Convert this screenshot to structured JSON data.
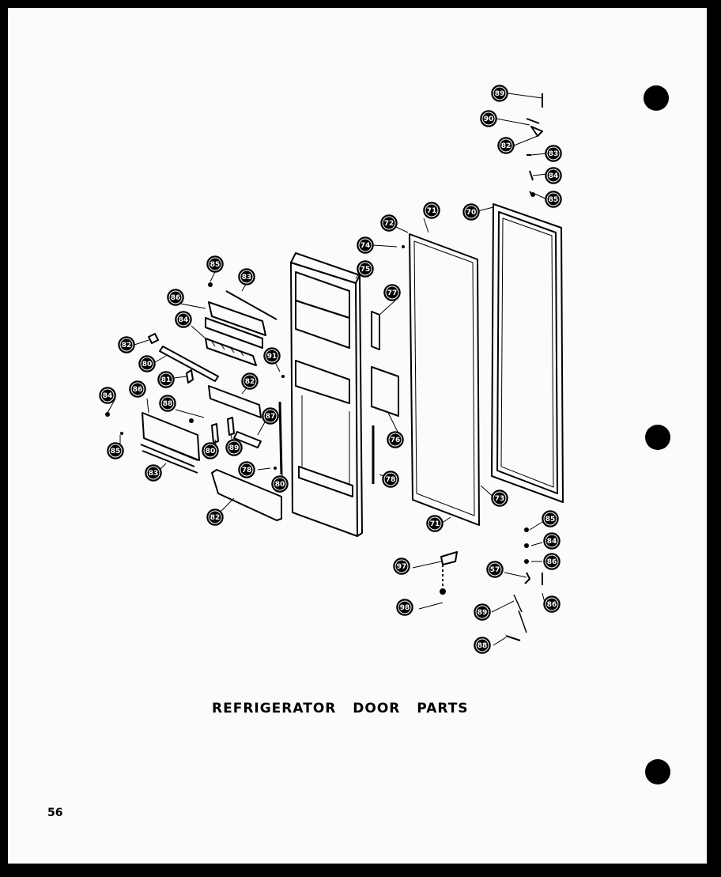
{
  "title": "REFRIGERATOR DOOR PARTS",
  "page_number": "56",
  "callouts": [
    {
      "label": "89"
    },
    {
      "label": "90"
    },
    {
      "label": "82"
    },
    {
      "label": "83"
    },
    {
      "label": "84"
    },
    {
      "label": "85"
    },
    {
      "label": "71"
    },
    {
      "label": "72"
    },
    {
      "label": "74"
    },
    {
      "label": "70"
    },
    {
      "label": "75"
    },
    {
      "label": "77"
    },
    {
      "label": "85"
    },
    {
      "label": "83"
    },
    {
      "label": "86"
    },
    {
      "label": "84"
    },
    {
      "label": "82"
    },
    {
      "label": "80"
    },
    {
      "label": "91"
    },
    {
      "label": "81"
    },
    {
      "label": "82"
    },
    {
      "label": "84"
    },
    {
      "label": "86"
    },
    {
      "label": "88"
    },
    {
      "label": "87"
    },
    {
      "label": "85"
    },
    {
      "label": "80"
    },
    {
      "label": "89"
    },
    {
      "label": "83"
    },
    {
      "label": "76"
    },
    {
      "label": "78"
    },
    {
      "label": "80"
    },
    {
      "label": "78"
    },
    {
      "label": "82"
    },
    {
      "label": "73"
    },
    {
      "label": "71"
    },
    {
      "label": "85"
    },
    {
      "label": "84"
    },
    {
      "label": "86"
    },
    {
      "label": "97"
    },
    {
      "label": "57"
    },
    {
      "label": "98"
    },
    {
      "label": "89"
    },
    {
      "label": "86"
    },
    {
      "label": "88"
    }
  ]
}
